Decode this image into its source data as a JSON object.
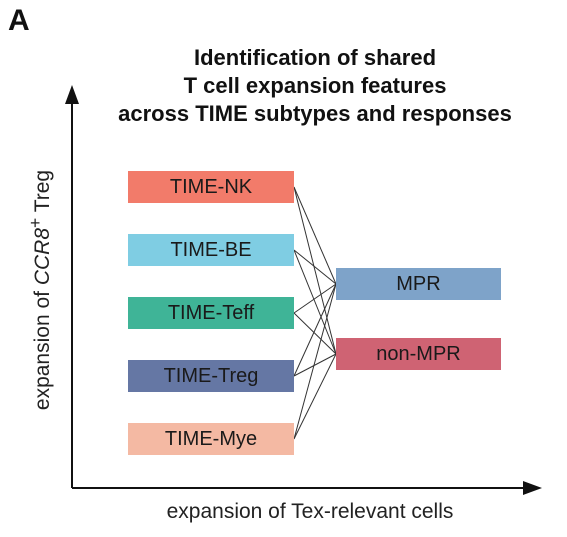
{
  "panel_label": "A",
  "title_lines": [
    "Identification of shared",
    "T cell expansion features",
    "across TIME subtypes and responses"
  ],
  "axis": {
    "y_label_pre": "expansion of ",
    "y_label_gene": "CCR8",
    "y_label_sup": "+",
    "y_label_post": " Treg",
    "x_label": "expansion of Tex-relevant cells"
  },
  "left_boxes": [
    {
      "label": "TIME-NK",
      "color": "#f27b6a"
    },
    {
      "label": "TIME-BE",
      "color": "#7fcde3"
    },
    {
      "label": "TIME-Teff",
      "color": "#3fb497"
    },
    {
      "label": "TIME-Treg",
      "color": "#6577a4"
    },
    {
      "label": "TIME-Mye",
      "color": "#f4b9a3"
    }
  ],
  "right_boxes": [
    {
      "label": "MPR",
      "color": "#7ea3c9"
    },
    {
      "label": "non-MPR",
      "color": "#cf6373"
    }
  ]
}
